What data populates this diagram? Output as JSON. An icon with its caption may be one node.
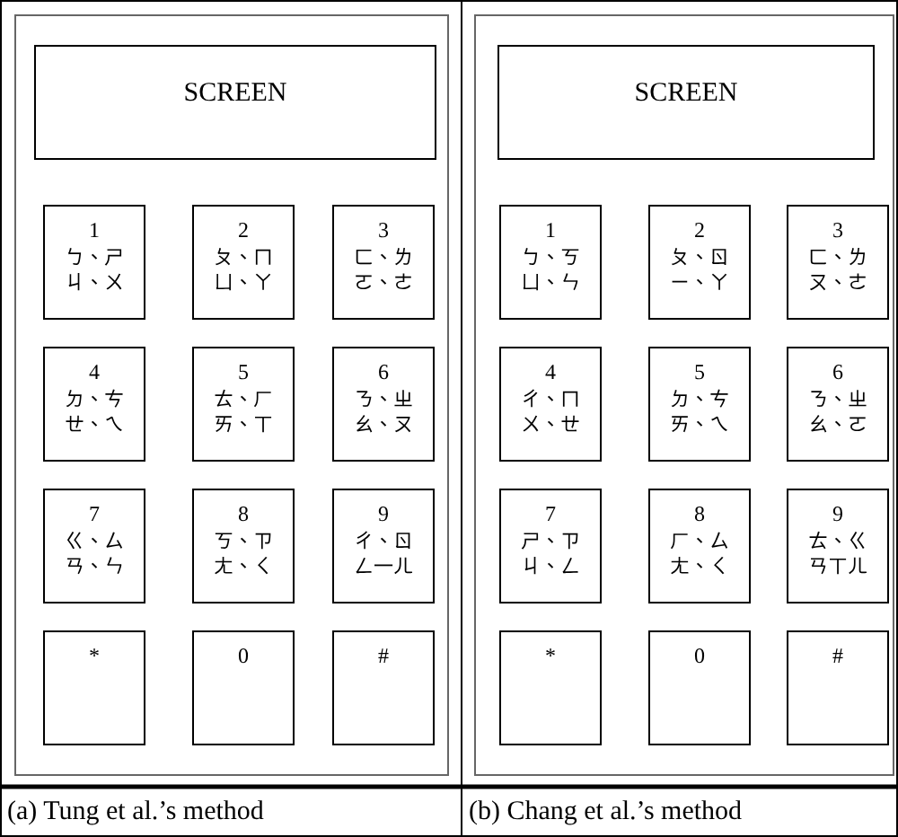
{
  "diagram": {
    "nodes": [
      {
        "text": [],
        "shape": "box"
      },
      {
        "text": [
          "SCREEN"
        ],
        "in": 0
      },
      {
        "text": [
          "1",
          "ㄅ、ㄕ",
          "ㄐ、ㄨ"
        ],
        "in": 0
      },
      {
        "text": [
          "2",
          "ㄆ、ㄇ",
          "ㄩ、ㄚ"
        ],
        "in": 0
      },
      {
        "text": [
          "3",
          "ㄈ、ㄌ",
          "ㄛ、ㄜ"
        ],
        "in": 0
      },
      {
        "text": [
          "4",
          "ㄉ、ㄘ",
          "ㄝ、ㄟ"
        ],
        "in": 0
      },
      {
        "text": [
          "5",
          "ㄊ、ㄏ",
          "ㄞ、ㄒ"
        ],
        "in": 0
      },
      {
        "text": [
          "6",
          "ㄋ、ㄓ",
          "ㄠ、ㄡ"
        ],
        "in": 0
      },
      {
        "text": [
          "7",
          "ㄍ、ㄙ",
          "ㄢ、ㄣ"
        ],
        "in": 0
      },
      {
        "text": [
          "8",
          "ㄎ、ㄗ",
          "ㄤ、ㄑ"
        ],
        "in": 0
      },
      {
        "text": [
          "9",
          "ㄔ、ㄖ",
          "ㄥ一ㄦ"
        ],
        "in": 0
      },
      {
        "text": [
          "*"
        ],
        "in": 0
      },
      {
        "text": [
          "0"
        ],
        "in": 0
      },
      {
        "text": [
          "#"
        ],
        "in": 0
      },
      {
        "text": [],
        "shape": "box"
      },
      {
        "text": [
          "SCREEN"
        ],
        "in": 14
      },
      {
        "text": [
          "1",
          "ㄅ、ㄎ",
          "ㄩ、ㄣ"
        ],
        "in": 14
      },
      {
        "text": [
          "2",
          "ㄆ、ㄖ",
          "ㄧ、ㄚ"
        ],
        "in": 14
      },
      {
        "text": [
          "3",
          "ㄈ、ㄌ",
          "ㄡ、ㄜ"
        ],
        "in": 14
      },
      {
        "text": [
          "4",
          "ㄔ、ㄇ",
          "ㄨ、ㄝ"
        ],
        "in": 14
      },
      {
        "text": [
          "5",
          "ㄉ、ㄘ",
          "ㄞ、ㄟ"
        ],
        "in": 14
      },
      {
        "text": [
          "6",
          "ㄋ、ㄓ",
          "ㄠ、ㄛ"
        ],
        "in": 14
      },
      {
        "text": [
          "7",
          "ㄕ、ㄗ",
          "ㄐ、ㄥ"
        ],
        "in": 14
      },
      {
        "text": [
          "8",
          "ㄏ、ㄙ",
          "ㄤ、ㄑ"
        ],
        "in": 14
      },
      {
        "text": [
          "9",
          "ㄊ、ㄍ",
          "ㄢㄒㄦ"
        ],
        "in": 14
      },
      {
        "text": [
          "*"
        ],
        "in": 14
      },
      {
        "text": [
          "0"
        ],
        "in": 14
      },
      {
        "text": [
          "#"
        ],
        "in": 14
      }
    ],
    "edges": [],
    "labels": [
      "(a) Tung et al.’s method",
      "(b) Chang et al.’s method"
    ]
  }
}
